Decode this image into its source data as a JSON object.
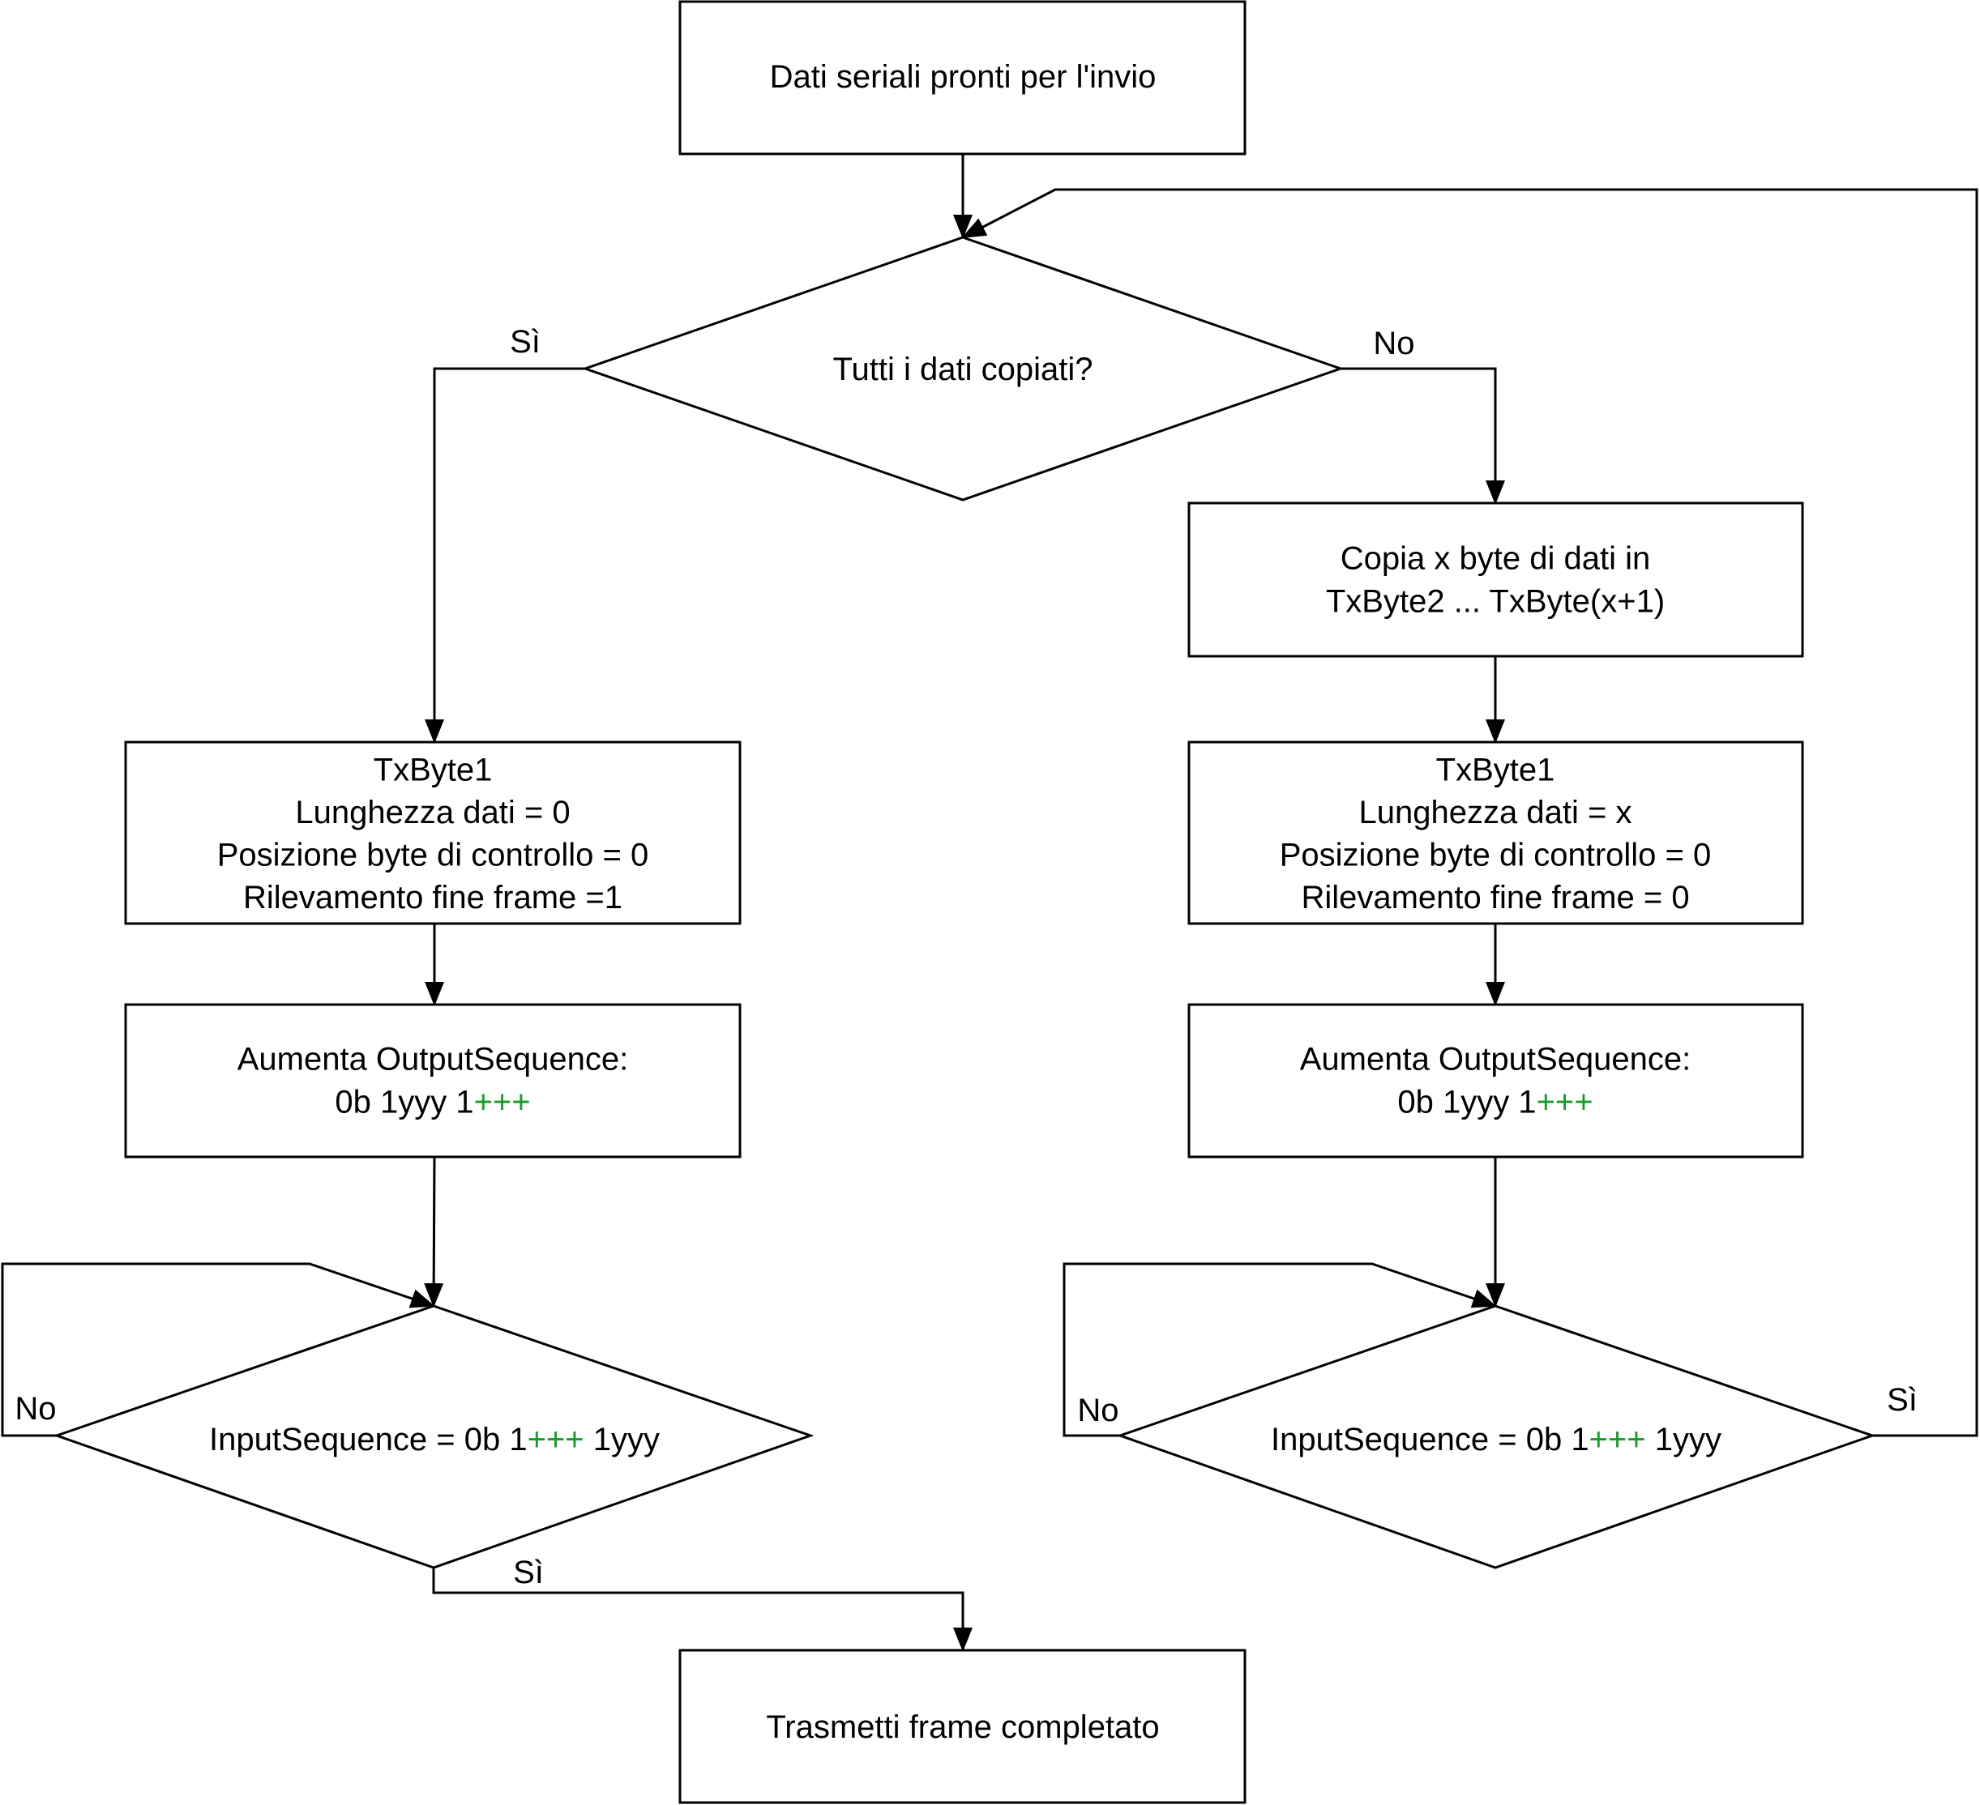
{
  "colors": {
    "highlight": "#1a9a2c",
    "stroke": "#000000",
    "background": "#ffffff"
  },
  "nodes": {
    "start": {
      "lines": [
        {
          "parts": [
            {
              "text": "Dati seriali pronti per l'invio"
            }
          ]
        }
      ]
    },
    "decision_all_copied": {
      "lines": [
        {
          "parts": [
            {
              "text": "Tutti i dati copiati?"
            }
          ]
        }
      ]
    },
    "copy_bytes": {
      "lines": [
        {
          "parts": [
            {
              "text": "Copia x byte di dati in"
            }
          ]
        },
        {
          "parts": [
            {
              "text": "TxByte2 ... TxByte(x+1)"
            }
          ]
        }
      ]
    },
    "txbyte1_left": {
      "lines": [
        {
          "parts": [
            {
              "text": "TxByte1"
            }
          ]
        },
        {
          "parts": [
            {
              "text": "Lunghezza dati = 0"
            }
          ]
        },
        {
          "parts": [
            {
              "text": "Posizione byte di controllo = 0"
            }
          ]
        },
        {
          "parts": [
            {
              "text": "Rilevamento fine frame =1"
            }
          ]
        }
      ]
    },
    "txbyte1_right": {
      "lines": [
        {
          "parts": [
            {
              "text": "TxByte1"
            }
          ]
        },
        {
          "parts": [
            {
              "text": "Lunghezza dati = x"
            }
          ]
        },
        {
          "parts": [
            {
              "text": "Posizione byte di controllo = 0"
            }
          ]
        },
        {
          "parts": [
            {
              "text": "Rilevamento fine frame = 0"
            }
          ]
        }
      ]
    },
    "output_seq_left": {
      "lines": [
        {
          "parts": [
            {
              "text": "Aumenta OutputSequence:"
            }
          ]
        },
        {
          "parts": [
            {
              "text": "0b 1yyy 1"
            },
            {
              "text": "+++",
              "hl": true
            }
          ]
        }
      ]
    },
    "output_seq_right": {
      "lines": [
        {
          "parts": [
            {
              "text": "Aumenta OutputSequence:"
            }
          ]
        },
        {
          "parts": [
            {
              "text": "0b 1yyy 1"
            },
            {
              "text": "+++",
              "hl": true
            }
          ]
        }
      ]
    },
    "input_seq_left": {
      "lines": [
        {
          "parts": [
            {
              "text": "InputSequence = 0b 1"
            },
            {
              "text": "+++",
              "hl": true
            },
            {
              "text": " 1yyy"
            }
          ]
        }
      ]
    },
    "input_seq_right": {
      "lines": [
        {
          "parts": [
            {
              "text": "InputSequence = 0b 1"
            },
            {
              "text": "+++",
              "hl": true
            },
            {
              "text": " 1yyy"
            }
          ]
        }
      ]
    },
    "end": {
      "lines": [
        {
          "parts": [
            {
              "text": "Trasmetti frame completato"
            }
          ]
        }
      ]
    }
  },
  "edge_labels": {
    "all_copied_yes": "Sì",
    "all_copied_no": "No",
    "input_left_no": "No",
    "input_left_yes": "Sì",
    "input_right_no": "No",
    "input_right_yes": "Sì"
  }
}
